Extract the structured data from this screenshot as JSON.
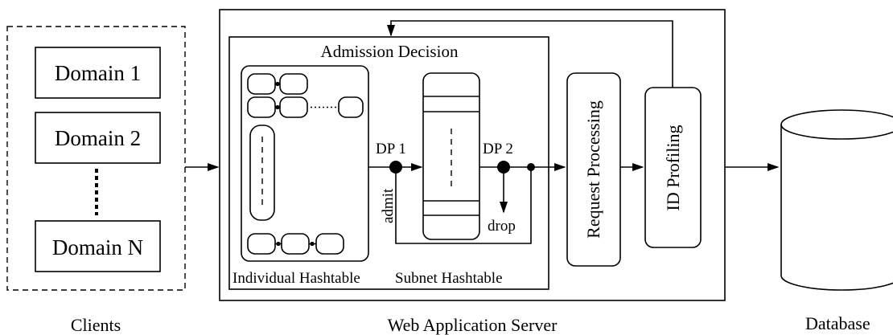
{
  "clients": {
    "domains": [
      "Domain 1",
      "Domain 2",
      "Domain N"
    ],
    "label": "Clients"
  },
  "server": {
    "label": "Web Application Server",
    "admission_title": "Admission Decision",
    "individual_label": "Individual Hashtable",
    "subnet_label": "Subnet Hashtable",
    "dp1_label": "DP 1",
    "dp2_label": "DP 2",
    "admit_label": "admit",
    "drop_label": "drop",
    "request_processing_label": "Request Processing",
    "id_profiling_label": "ID Profiling"
  },
  "database": {
    "label": "Database"
  }
}
